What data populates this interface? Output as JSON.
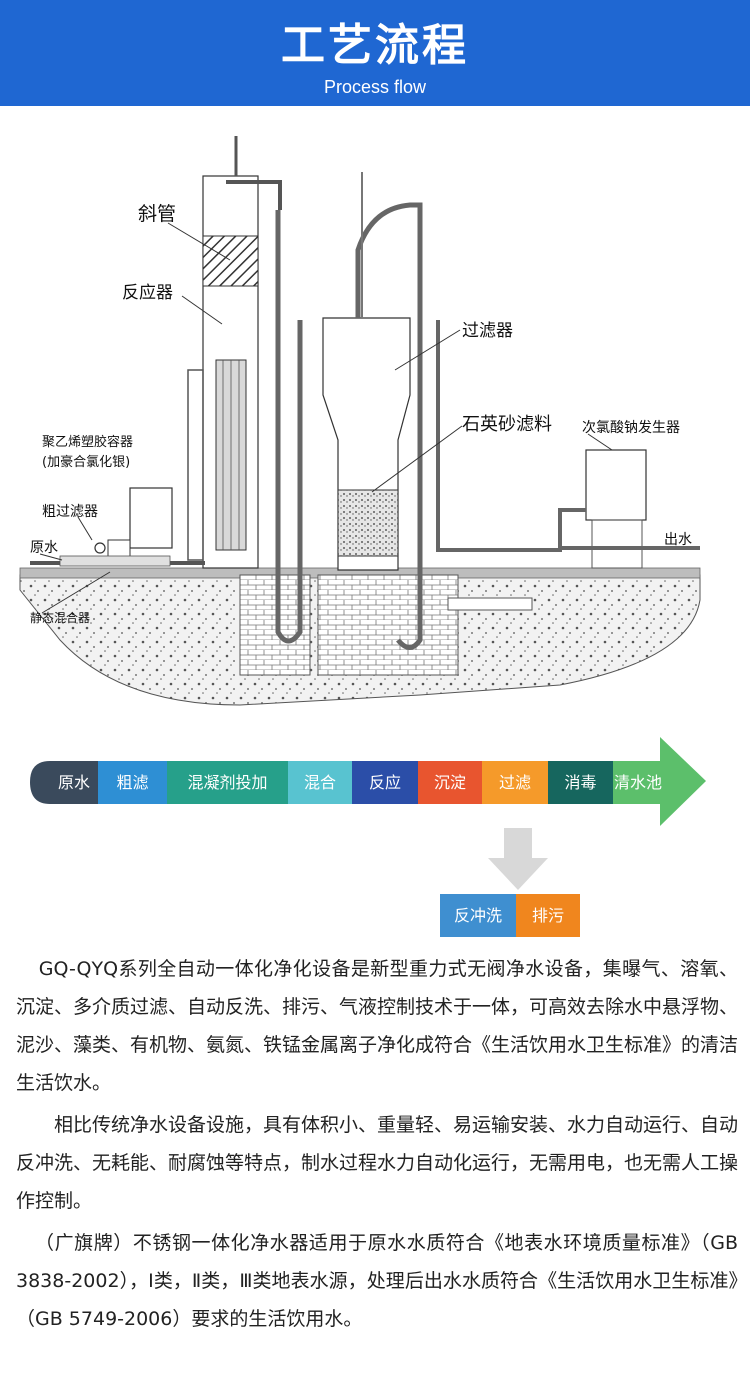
{
  "header": {
    "title": "工艺流程",
    "subtitle": "Process flow"
  },
  "diagram": {
    "labels": {
      "inclined_tube": "斜管",
      "reactor": "反应器",
      "pe_tank": "聚乙烯塑胶容器",
      "pe_tank_note": "(加豪合氯化银)",
      "coarse_filter": "粗过滤器",
      "raw_water": "原水",
      "static_mixer": "静态混合器",
      "filter": "过滤器",
      "quartz_sand": "石英砂滤料",
      "hypochlorite_gen": "次氯酸钠发生器",
      "outlet": "出水"
    }
  },
  "flow": {
    "steps": [
      {
        "label": "原水",
        "color": "#3a4a5c"
      },
      {
        "label": "粗滤",
        "color": "#2e8fd4"
      },
      {
        "label": "混凝剂投加",
        "color": "#26a08a"
      },
      {
        "label": "混合",
        "color": "#58c3d0"
      },
      {
        "label": "反应",
        "color": "#2b4ea8"
      },
      {
        "label": "沉淀",
        "color": "#e8552f"
      },
      {
        "label": "过滤",
        "color": "#f59a2a"
      },
      {
        "label": "消毒",
        "color": "#16665e"
      },
      {
        "label": "清水池",
        "color": "#5cbf6b"
      }
    ],
    "sub_steps": [
      {
        "label": "反冲洗",
        "color": "#3f8fd0"
      },
      {
        "label": "排污",
        "color": "#f0861e"
      }
    ],
    "arrow_color": "#5cbf6b",
    "down_arrow_color": "#d8d8d8"
  },
  "text": {
    "p1": "GQ-QYQ系列全自动一体化净化设备是新型重力式无阀净水设备，集曝气、溶氧、沉淀、多介质过滤、自动反洗、排污、气液控制技术于一体，可高效去除水中悬浮物、泥沙、藻类、有机物、氨氮、铁锰金属离子净化成符合《生活饮用水卫生标准》的清洁生活饮水。",
    "p2": "相比传统净水设备设施，具有体积小、重量轻、易运输安装、水力自动运行、自动反冲洗、无耗能、耐腐蚀等特点，制水过程水力自动化运行，无需用电，也无需人工操作控制。",
    "p3": "（广旗牌）不锈钢一体化净水器适用于原水水质符合《地表水环境质量标准》（GB 3838-2002），Ⅰ类，Ⅱ类，Ⅲ类地表水源，处理后出水水质符合《生活饮用水卫生标准》（GB 5749-2006）要求的生活饮用水。"
  }
}
